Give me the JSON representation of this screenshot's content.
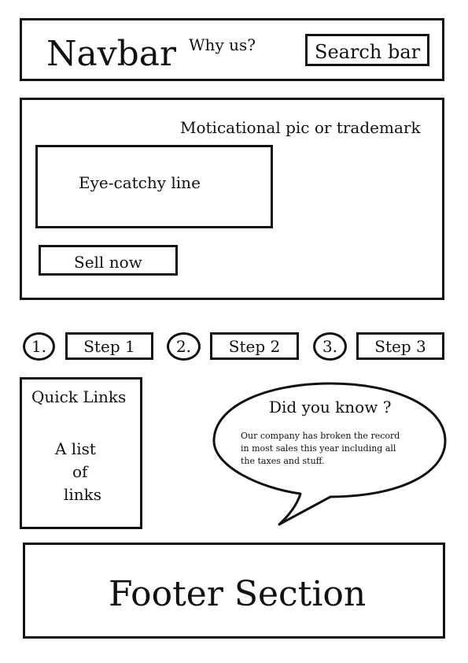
{
  "navbar": {
    "brand": "Navbar",
    "link": "Why us?",
    "search": "Search bar"
  },
  "hero": {
    "trademark": "Moticational pic or trademark",
    "tagline": "Eye-catchy line",
    "cta": "Sell now"
  },
  "steps": [
    {
      "number": "1.",
      "label": "Step 1"
    },
    {
      "number": "2.",
      "label": "Step 2"
    },
    {
      "number": "3.",
      "label": "Step 3"
    }
  ],
  "quick_links": {
    "title": "Quick Links",
    "body_lines": [
      "A list",
      "of",
      "links"
    ]
  },
  "did_you_know": {
    "title": "Did you know ?",
    "body_lines": [
      "Our company has broken the record",
      "in most sales this year including all",
      "the taxes and stuff."
    ]
  },
  "footer": {
    "title": "Footer Section"
  }
}
